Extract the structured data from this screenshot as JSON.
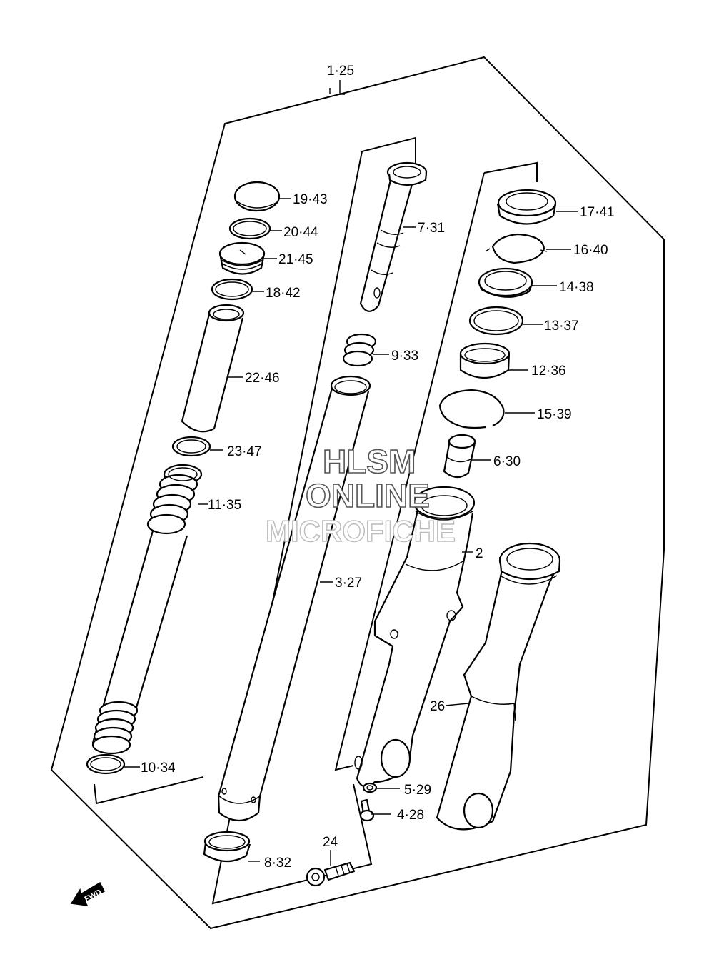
{
  "labels": {
    "main": "1·25",
    "p19": "19·43",
    "p20": "20·44",
    "p21": "21·45",
    "p18": "18·42",
    "p22": "22·46",
    "p23": "23·47",
    "p11": "11·35",
    "p10": "10·34",
    "p7": "7·31",
    "p9": "9·33",
    "p3": "3·27",
    "p8": "8·32",
    "p24": "24",
    "p17": "17·41",
    "p16": "16·40",
    "p14": "14·38",
    "p13": "13·37",
    "p12": "12·36",
    "p15": "15·39",
    "p6": "6·30",
    "p2": "2",
    "p26": "26",
    "p5": "5·29",
    "p4": "4·28"
  },
  "watermark": {
    "line1": "HLSM",
    "line2": "ONLINE",
    "line3": "MICROFICHE"
  },
  "fwd_label": "FWD"
}
